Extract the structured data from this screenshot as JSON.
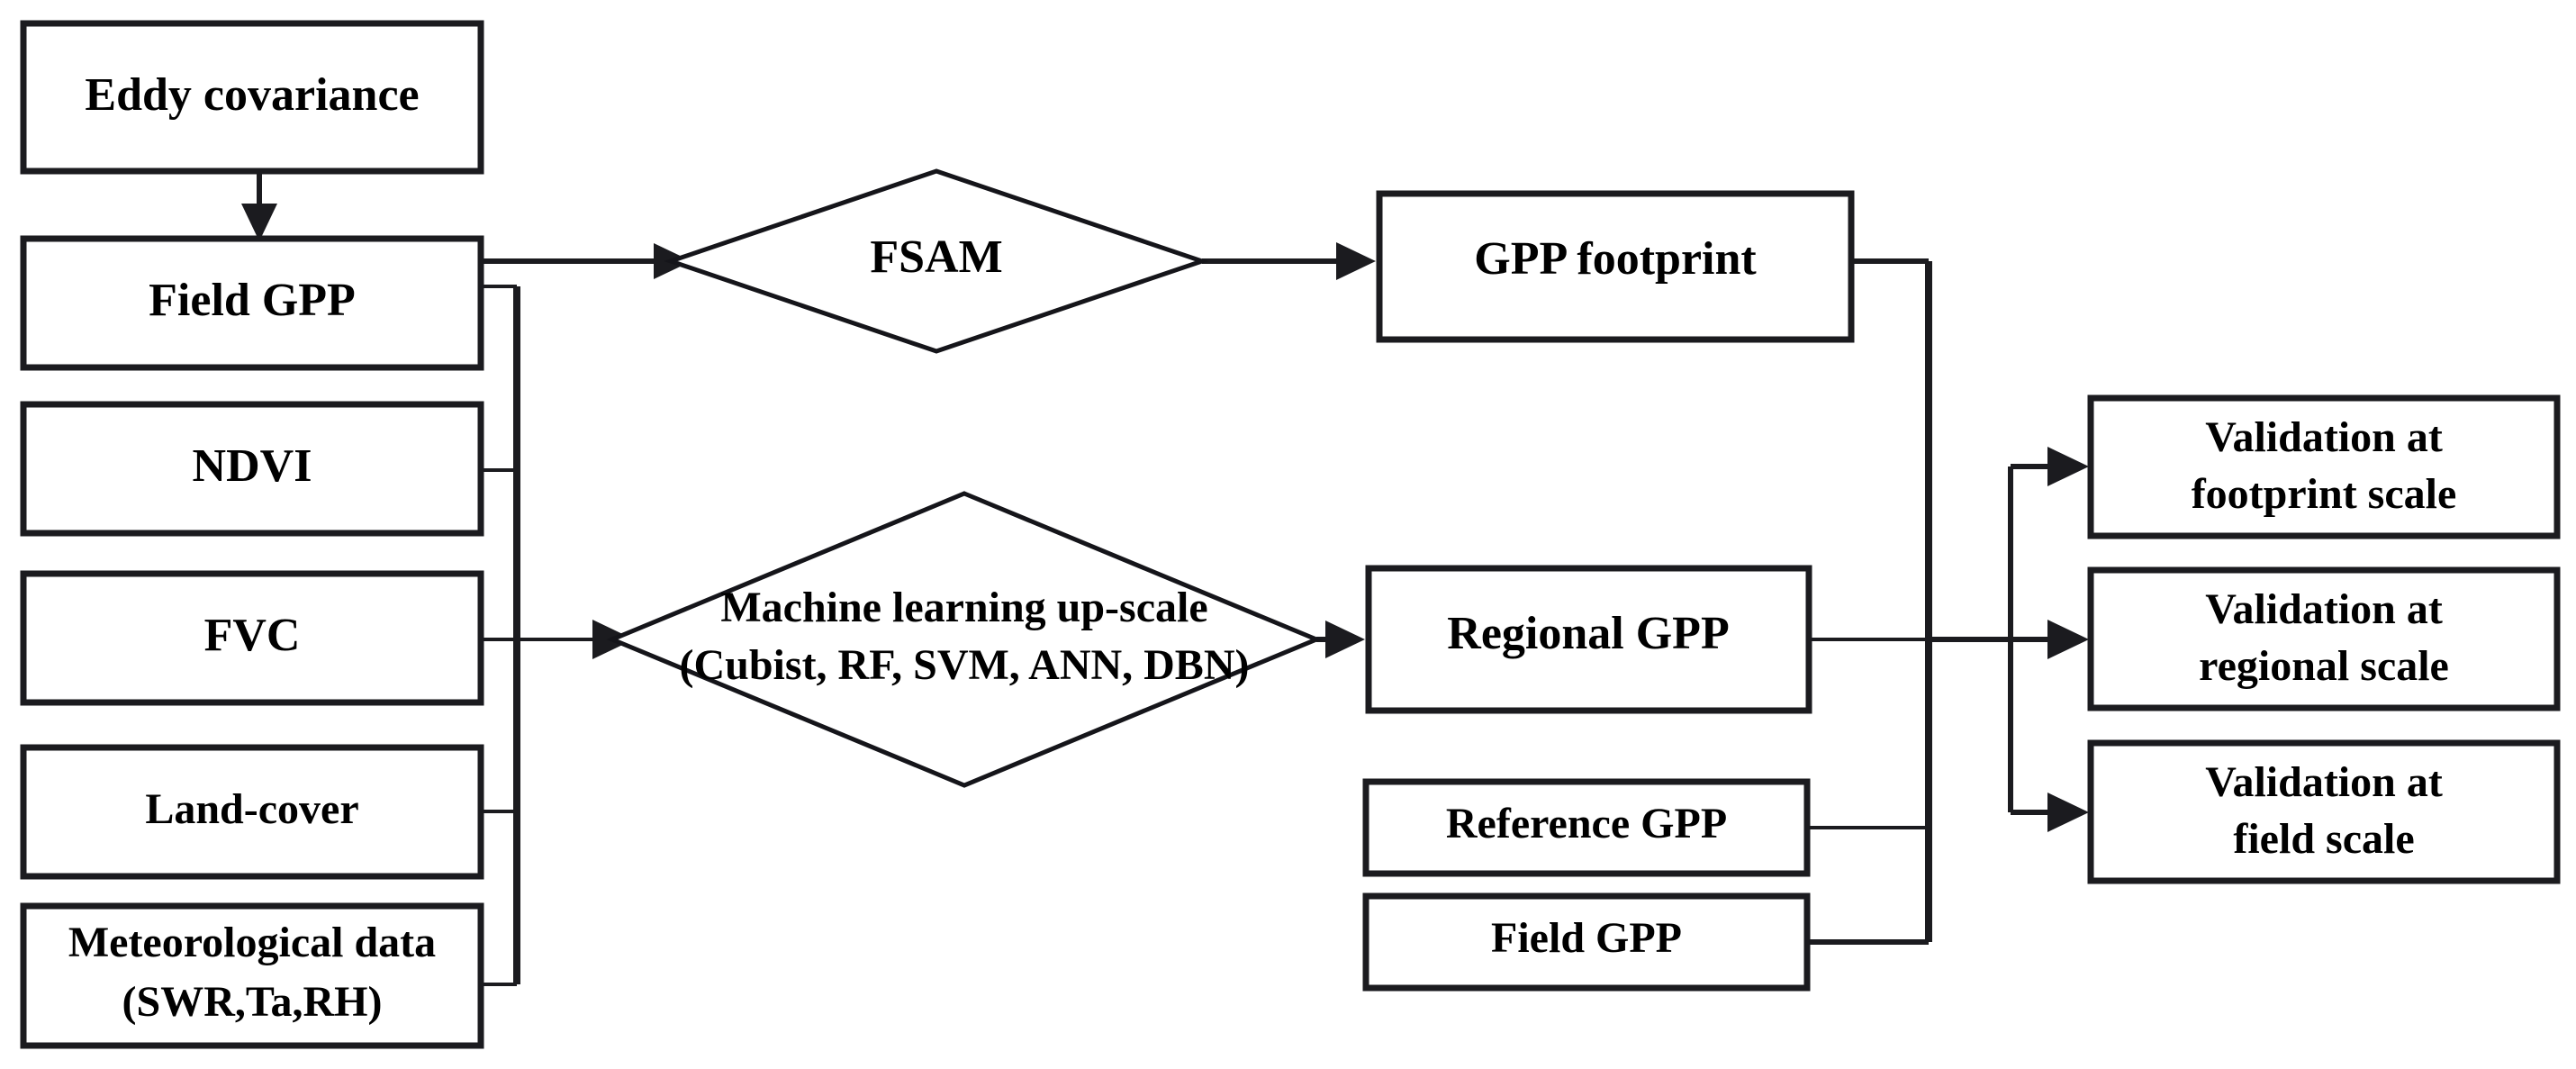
{
  "diagram": {
    "type": "flowchart",
    "title": "GPP up-scaling and validation workflow",
    "orientation": "left-to-right",
    "accent_color": "#1b1b1f",
    "background_color": "#ffffff",
    "inputs": [
      {
        "id": "eddy-covariance",
        "label": "Eddy covariance",
        "shape": "rectangle"
      },
      {
        "id": "field-gpp",
        "label": "Field GPP",
        "shape": "rectangle"
      },
      {
        "id": "ndvi",
        "label": "NDVI",
        "shape": "rectangle"
      },
      {
        "id": "fvc",
        "label": "FVC",
        "shape": "rectangle"
      },
      {
        "id": "land-cover",
        "label": "Land-cover",
        "shape": "rectangle"
      },
      {
        "id": "meteorological-data",
        "label_line1": "Meteorological data",
        "label_line2": "(SWR,Ta,RH)",
        "shape": "rectangle"
      }
    ],
    "processes": [
      {
        "id": "fsam",
        "label": "FSAM",
        "shape": "diamond"
      },
      {
        "id": "ml-upscale",
        "label_line1": "Machine learning up-scale",
        "label_line2": "(Cubist, RF, SVM, ANN, DBN)",
        "shape": "diamond"
      }
    ],
    "outputs": [
      {
        "id": "gpp-footprint",
        "label": "GPP footprint",
        "shape": "rectangle"
      },
      {
        "id": "regional-gpp",
        "label": "Regional GPP",
        "shape": "rectangle"
      },
      {
        "id": "reference-gpp",
        "label": "Reference GPP",
        "shape": "rectangle"
      },
      {
        "id": "field-gpp-out",
        "label": "Field GPP",
        "shape": "rectangle"
      }
    ],
    "validations": [
      {
        "id": "validation-footprint",
        "label_line1": "Validation at",
        "label_line2": "footprint scale",
        "shape": "rectangle"
      },
      {
        "id": "validation-regional",
        "label_line1": "Validation at",
        "label_line2": "regional scale",
        "shape": "rectangle"
      },
      {
        "id": "validation-field",
        "label_line1": "Validation at",
        "label_line2": "field scale",
        "shape": "rectangle"
      }
    ],
    "edges": [
      {
        "from": "eddy-covariance",
        "to": "field-gpp",
        "arrow": true
      },
      {
        "from": "field-gpp",
        "to": "fsam",
        "arrow": true
      },
      {
        "from": "field-gpp",
        "to": "ml-upscale",
        "arrow": true
      },
      {
        "from": "ndvi",
        "to": "ml-upscale",
        "arrow": true
      },
      {
        "from": "fvc",
        "to": "ml-upscale",
        "arrow": true
      },
      {
        "from": "land-cover",
        "to": "ml-upscale",
        "arrow": true
      },
      {
        "from": "meteorological-data",
        "to": "ml-upscale",
        "arrow": true
      },
      {
        "from": "fsam",
        "to": "gpp-footprint",
        "arrow": true
      },
      {
        "from": "ml-upscale",
        "to": "regional-gpp",
        "arrow": true
      },
      {
        "from": "gpp-footprint",
        "to": "validation-footprint",
        "arrow": true
      },
      {
        "from": "regional-gpp",
        "to": "validation-regional",
        "arrow": true
      },
      {
        "from": "reference-gpp",
        "to": "validation-regional",
        "arrow": true
      },
      {
        "from": "field-gpp-out",
        "to": "validation-field",
        "arrow": true
      }
    ]
  }
}
